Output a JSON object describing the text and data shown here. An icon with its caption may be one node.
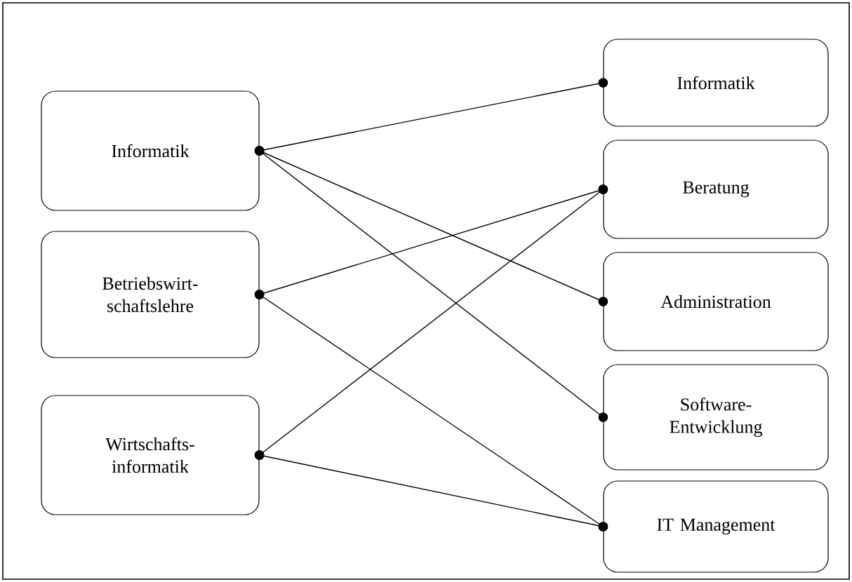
{
  "diagram": {
    "nodes": [
      {
        "text": [
          "Informatik"
        ]
      },
      {
        "text": [
          "Betriebswirt-schaftslehre"
        ]
      },
      {
        "text": [
          "Wirtschafts-informatik"
        ]
      },
      {
        "text": [
          "Informatik"
        ]
      },
      {
        "text": [
          "Beratung"
        ]
      },
      {
        "text": [
          "Administration"
        ]
      },
      {
        "text": [
          "Software-Entwicklung"
        ]
      },
      {
        "text": [
          "IT Management"
        ]
      }
    ],
    "edges": [
      {
        "from": 0,
        "to": 3,
        "arrow": "other"
      },
      {
        "from": 0,
        "to": 5,
        "arrow": "other"
      },
      {
        "from": 0,
        "to": 6,
        "arrow": "other"
      },
      {
        "from": 1,
        "to": 4,
        "arrow": "other"
      },
      {
        "from": 1,
        "to": 7,
        "arrow": "other"
      },
      {
        "from": 2,
        "to": 4,
        "arrow": "other"
      },
      {
        "from": 2,
        "to": 7,
        "arrow": "other"
      }
    ]
  }
}
